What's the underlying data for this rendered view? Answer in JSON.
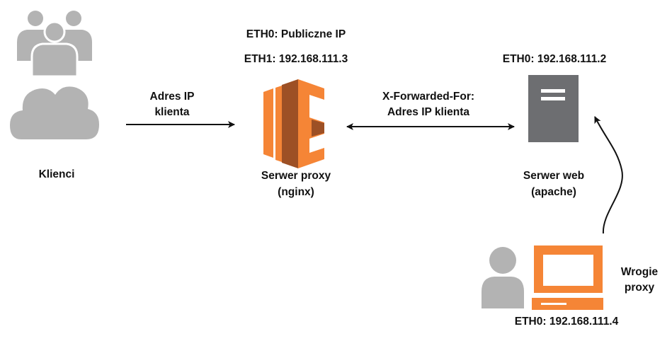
{
  "clients": {
    "label": "Klienci",
    "icon": "users-cloud-icon"
  },
  "arrow_client_proxy": {
    "line1": "Adres IP",
    "line2": "klienta"
  },
  "proxy": {
    "eth0": "ETH0: Publiczne IP",
    "eth1": "ETH1: 192.168.111.3",
    "name": "Serwer proxy",
    "sub": "(nginx)",
    "icon": "nginx-proxy-icon"
  },
  "arrow_proxy_web": {
    "line1": "X-Forwarded-For:",
    "line2": "Adres IP klienta"
  },
  "webserver": {
    "eth0": "ETH0: 192.168.111.2",
    "name": "Serwer web",
    "sub": "(apache)",
    "icon": "server-icon"
  },
  "rogue_proxy": {
    "line1": "Wrogie",
    "line2": "proxy",
    "eth0": "ETH0: 192.168.111.4",
    "icon": "user-computer-icon"
  },
  "colors": {
    "orange": "#F58536",
    "orange_dark": "#9D5025",
    "gray": "#B3B3B3",
    "server_gray": "#6D6E71"
  }
}
